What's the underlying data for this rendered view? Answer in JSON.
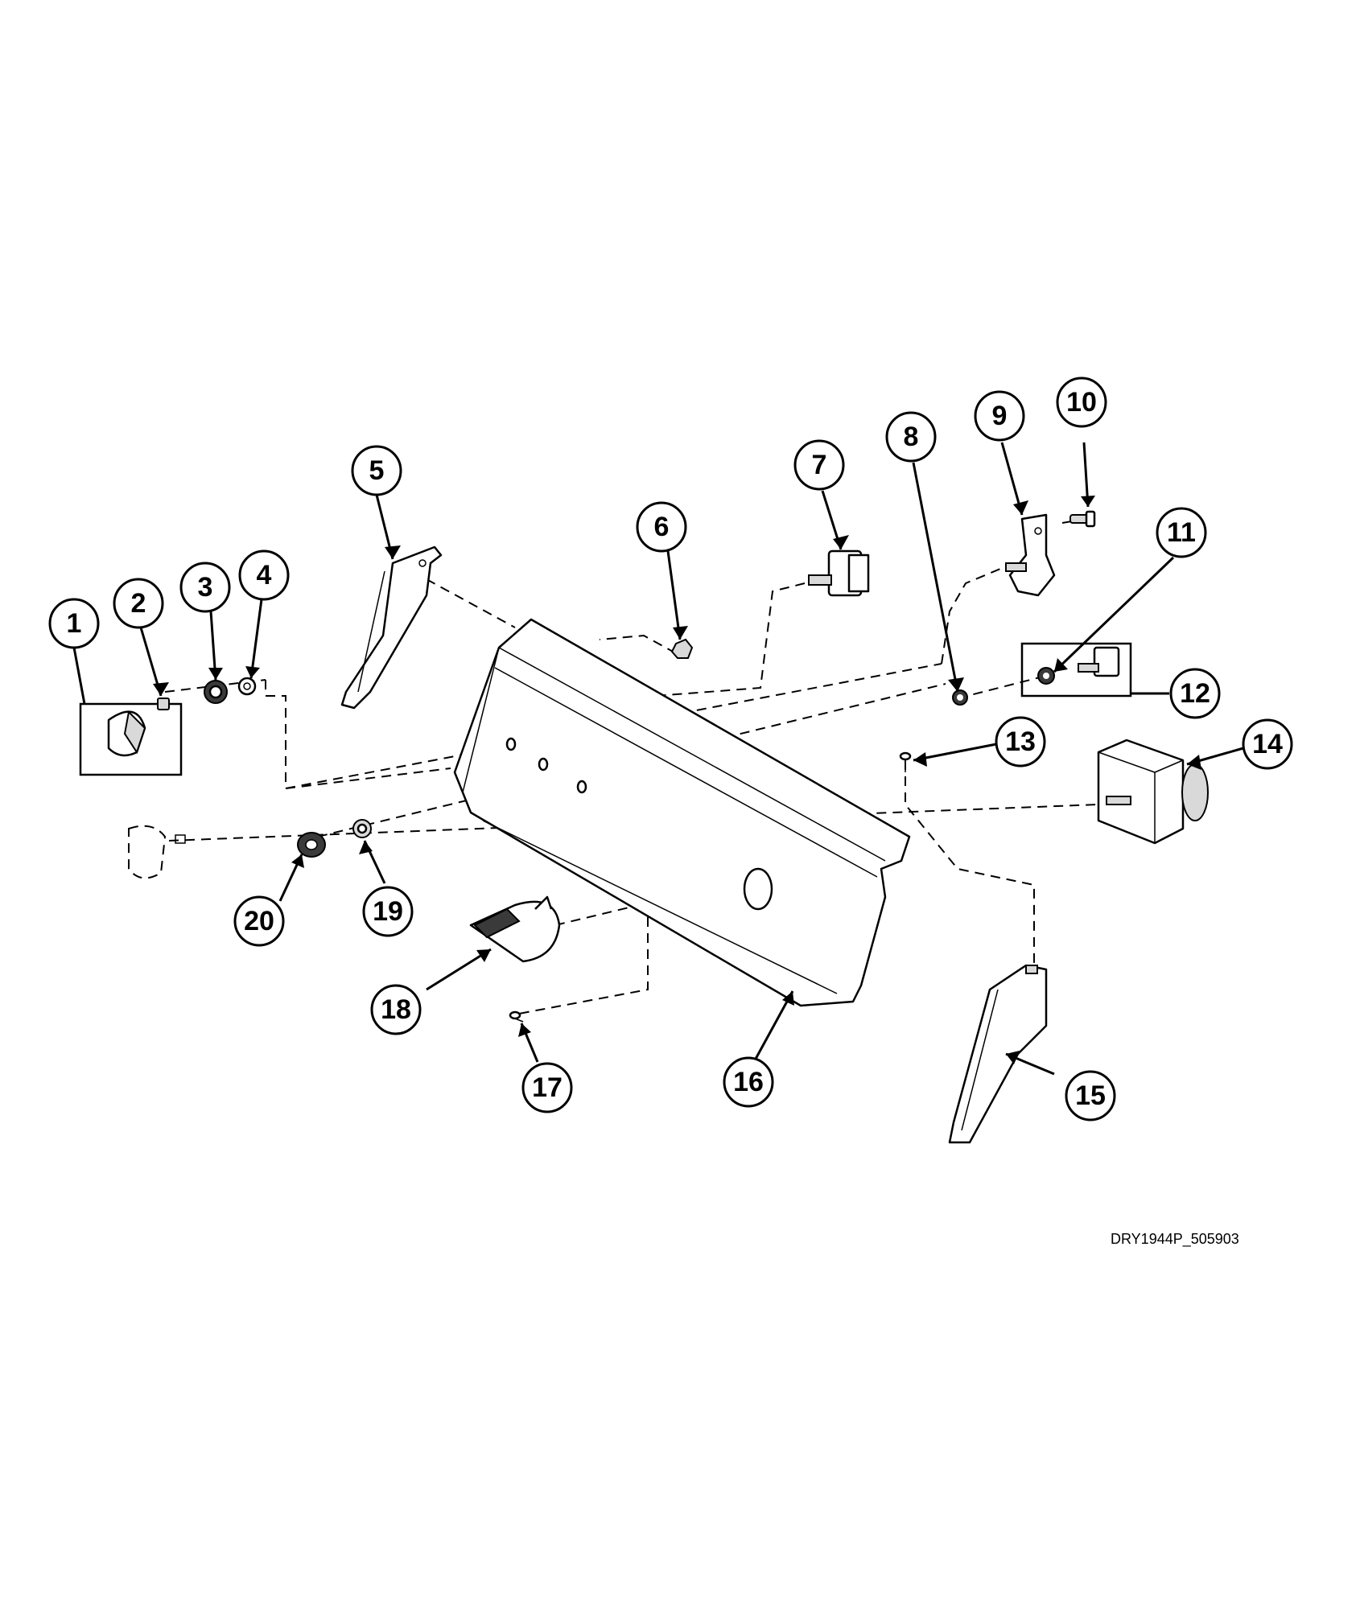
{
  "callouts": [
    {
      "label": "1"
    },
    {
      "label": "2"
    },
    {
      "label": "3"
    },
    {
      "label": "4"
    },
    {
      "label": "5"
    },
    {
      "label": "6"
    },
    {
      "label": "7"
    },
    {
      "label": "8"
    },
    {
      "label": "9"
    },
    {
      "label": "10"
    },
    {
      "label": "11"
    },
    {
      "label": "12"
    },
    {
      "label": "13"
    },
    {
      "label": "14"
    },
    {
      "label": "15"
    },
    {
      "label": "16"
    },
    {
      "label": "17"
    },
    {
      "label": "18"
    },
    {
      "label": "19"
    },
    {
      "label": "20"
    }
  ],
  "drawing_code": "DRY1944P_505903"
}
